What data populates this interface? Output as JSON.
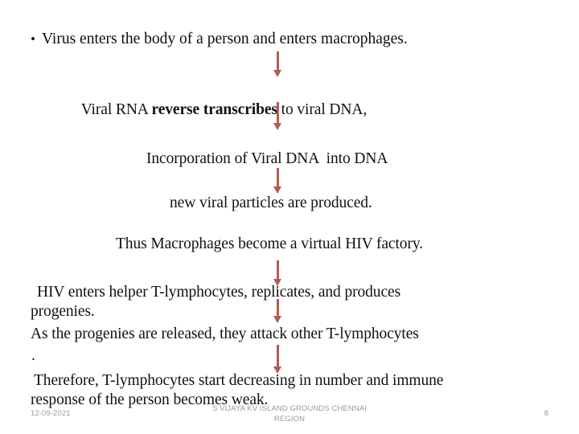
{
  "slide": {
    "background_color": "#ffffff",
    "text_color": "#111111",
    "arrow_color": "#b15c54",
    "bullet_glyph": "•"
  },
  "flow": {
    "steps": [
      {
        "id": "step-virus-enters",
        "text": "Virus enters the body of a person and enters macrophages.",
        "bulleted": true
      },
      {
        "id": "step-reverse-transcription",
        "text_before": "Viral RNA ",
        "text_bold": "reverse transcribes",
        "text_after": " to viral DNA,",
        "bulleted": false
      },
      {
        "id": "step-incorporation",
        "text": "Incorporation of Viral DNA  into DNA",
        "bulleted": false
      },
      {
        "id": "step-new-particles",
        "text": "new viral particles are produced.",
        "bulleted": false
      },
      {
        "id": "step-macrophage-factory",
        "text": "Thus Macrophages become a virtual HIV factory.",
        "bulleted": false
      },
      {
        "id": "step-hiv-enters-tcells",
        "text": "HIV enters helper T-lymphocytes, replicates, and produces",
        "bulleted": false
      },
      {
        "id": "step-progenies",
        "text": "progenies.",
        "bulleted": false
      },
      {
        "id": "step-progenies-released",
        "text": "As the progenies are released, they attack other T-lymphocytes",
        "bulleted": false
      },
      {
        "id": "step-period",
        "text": ".",
        "bulleted": false
      },
      {
        "id": "step-tcell-decrease",
        "text": "Therefore, T-lymphocytes start decreasing in number and immune",
        "bulleted": false
      },
      {
        "id": "step-immune-weak",
        "text": "response of the person becomes weak.",
        "bulleted": false
      }
    ],
    "arrows": [
      {
        "id": "arrow-1",
        "name": "down-arrow-icon"
      },
      {
        "id": "arrow-2",
        "name": "down-arrow-icon"
      },
      {
        "id": "arrow-3",
        "name": "down-arrow-icon"
      },
      {
        "id": "arrow-4",
        "name": "down-arrow-icon"
      },
      {
        "id": "arrow-5",
        "name": "down-arrow-icon"
      },
      {
        "id": "arrow-6",
        "name": "down-arrow-icon"
      }
    ]
  },
  "footer": {
    "date": "12-09-2021",
    "author_line_1": "S VIJAYA KV ISLAND GROUNDS CHENNAI",
    "author_line_2": "REGION",
    "page_number": "8"
  }
}
